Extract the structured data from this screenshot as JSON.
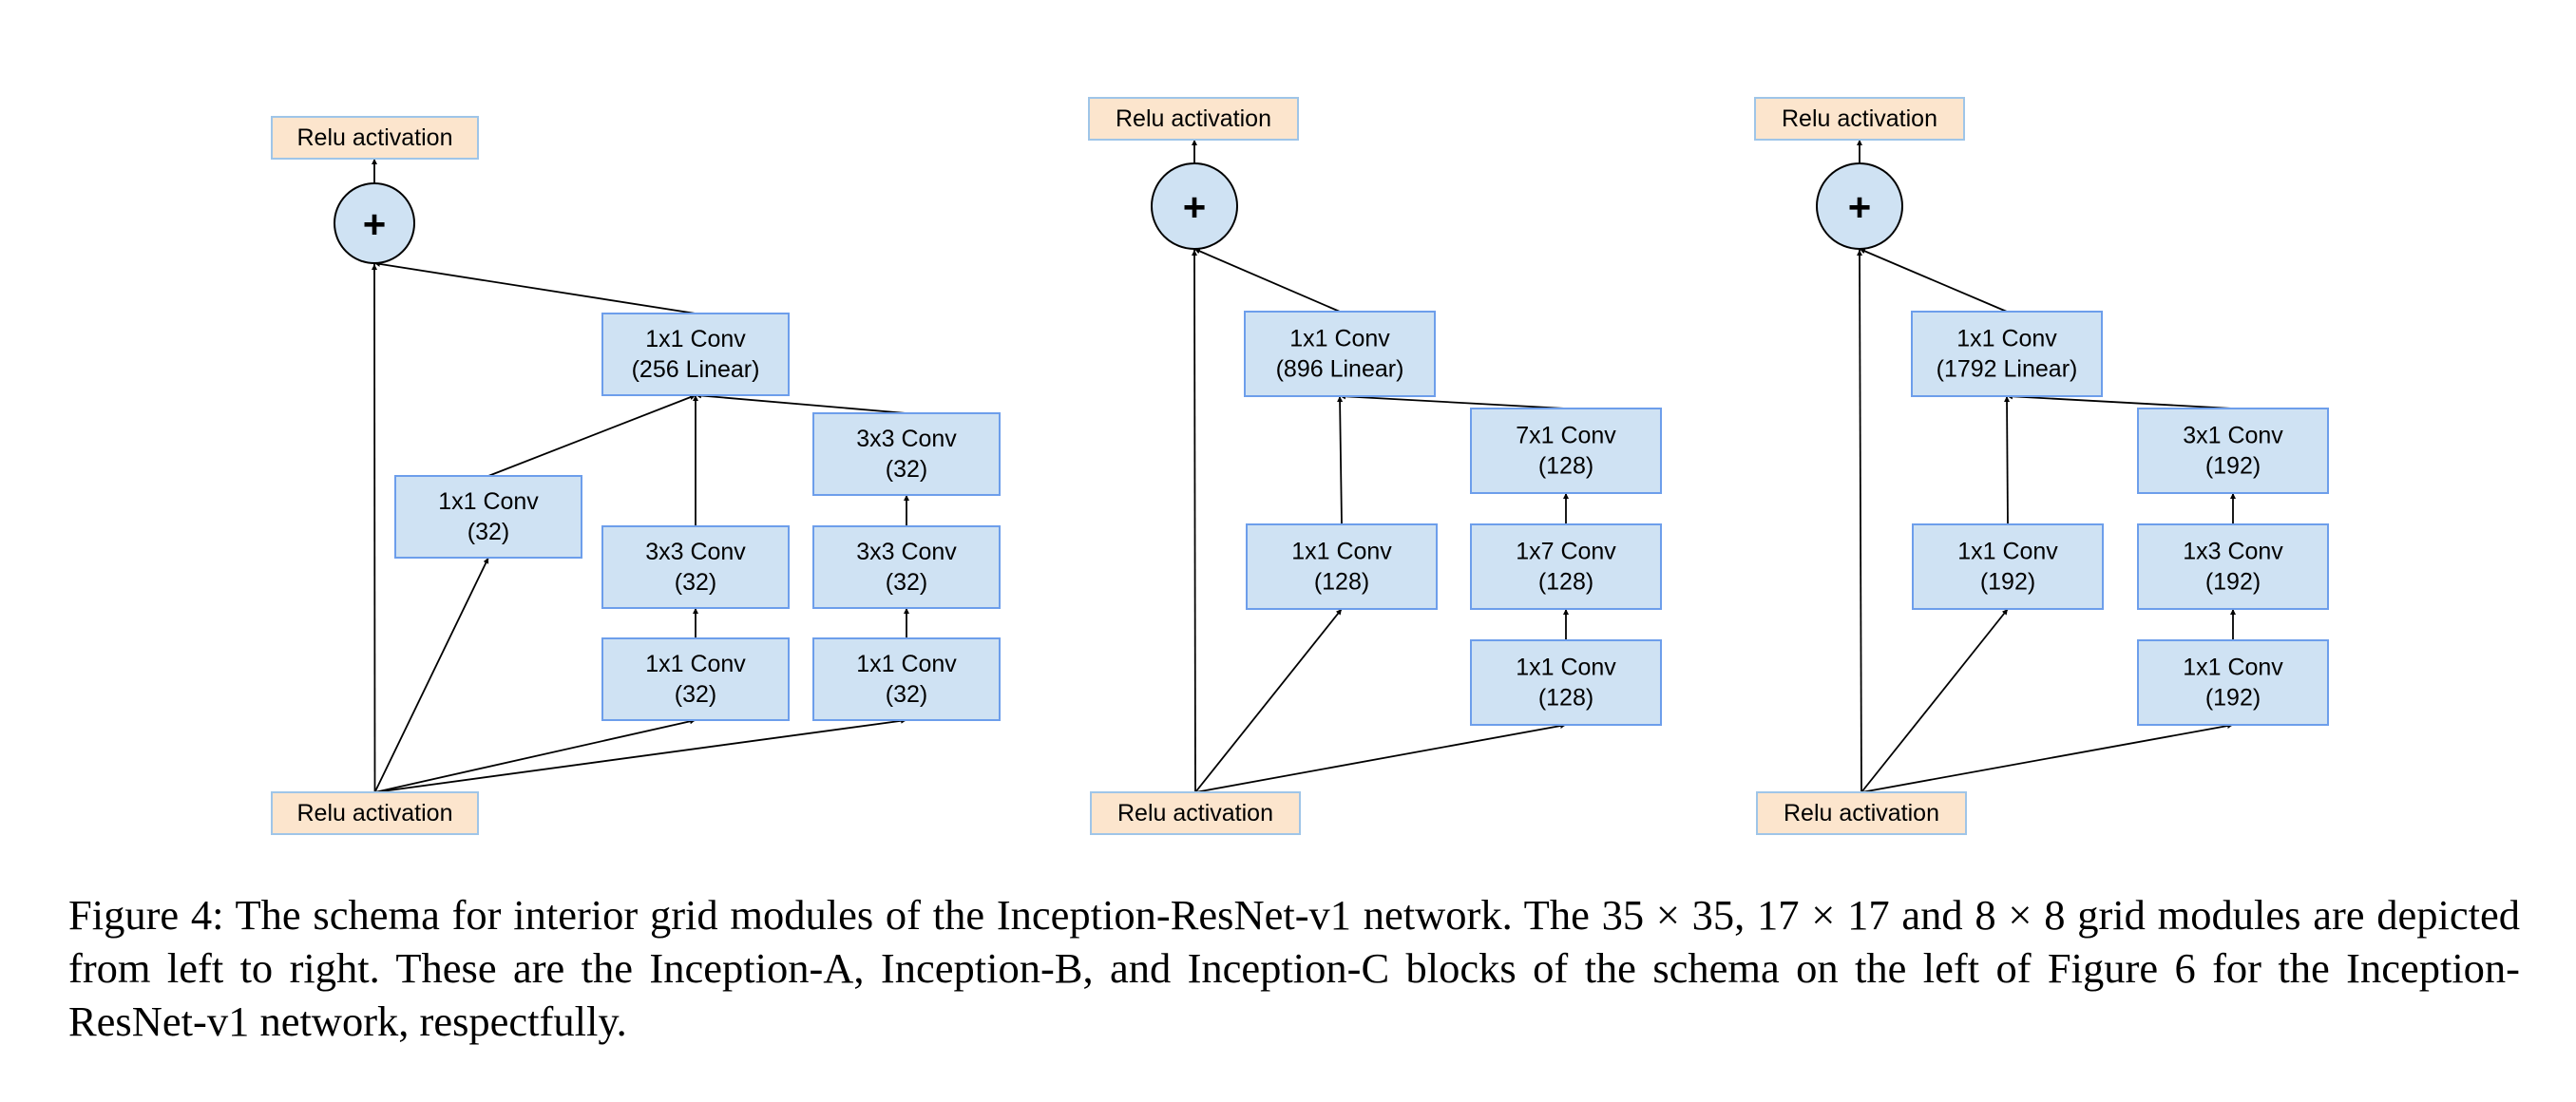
{
  "modules": [
    {
      "id": "a",
      "output": "Relu activation",
      "add_symbol": "+",
      "input": "Relu activation",
      "linear": [
        "1x1 Conv",
        "(256 Linear)"
      ],
      "branches": [
        [
          [
            "1x1 Conv",
            "(32)"
          ]
        ],
        [
          [
            "1x1 Conv",
            "(32)"
          ],
          [
            "3x3 Conv",
            "(32)"
          ]
        ],
        [
          [
            "1x1 Conv",
            "(32)"
          ],
          [
            "3x3 Conv",
            "(32)"
          ],
          [
            "3x3 Conv",
            "(32)"
          ]
        ]
      ]
    },
    {
      "id": "b",
      "output": "Relu activation",
      "add_symbol": "+",
      "input": "Relu activation",
      "linear": [
        "1x1 Conv",
        "(896 Linear)"
      ],
      "branches": [
        [
          [
            "1x1 Conv",
            "(128)"
          ]
        ],
        [
          [
            "1x1 Conv",
            "(128)"
          ],
          [
            "1x7 Conv",
            "(128)"
          ],
          [
            "7x1 Conv",
            "(128)"
          ]
        ]
      ]
    },
    {
      "id": "c",
      "output": "Relu activation",
      "add_symbol": "+",
      "input": "Relu activation",
      "linear": [
        "1x1 Conv",
        "(1792 Linear)"
      ],
      "branches": [
        [
          [
            "1x1 Conv",
            "(192)"
          ]
        ],
        [
          [
            "1x1 Conv",
            "(192)"
          ],
          [
            "1x3 Conv",
            "(192)"
          ],
          [
            "3x1 Conv",
            "(192)"
          ]
        ]
      ]
    }
  ],
  "caption": "Figure 4: The schema for interior grid modules of the Inception-ResNet-v1 network. The 35 × 35, 17 × 17 and 8 × 8 grid modules are depicted from left to right. These are the Inception-A, Inception-B, and Inception-C blocks of the schema on the left of Figure 6 for the Inception-ResNet-v1 network, respectfully."
}
